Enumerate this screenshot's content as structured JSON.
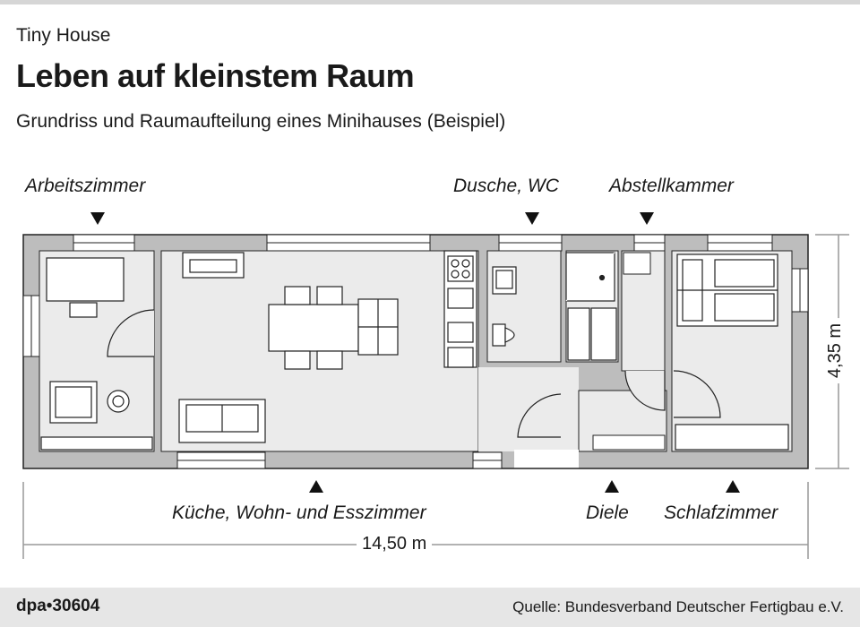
{
  "header": {
    "kicker": "Tiny House",
    "title": "Leben auf kleinstem Raum",
    "subtitle": "Grundriss und Raumaufteilung eines Minihauses (Beispiel)"
  },
  "rooms": {
    "arbeitszimmer": "Arbeitszimmer",
    "dusche_wc": "Dusche, WC",
    "abstellkammer": "Abstellkammer",
    "kueche_wohn_ess": "Küche, Wohn- und Esszimmer",
    "diele": "Diele",
    "schlafzimmer": "Schlafzimmer"
  },
  "dimensions": {
    "length": "14,50 m",
    "width": "4,35 m"
  },
  "footer": {
    "agency": "dpa•30604",
    "source": "Quelle: Bundesverband Deutscher Fertigbau e.V."
  },
  "colors": {
    "wall": "#bdbdbd",
    "floor": "#ebebeb",
    "line": "#222222"
  }
}
